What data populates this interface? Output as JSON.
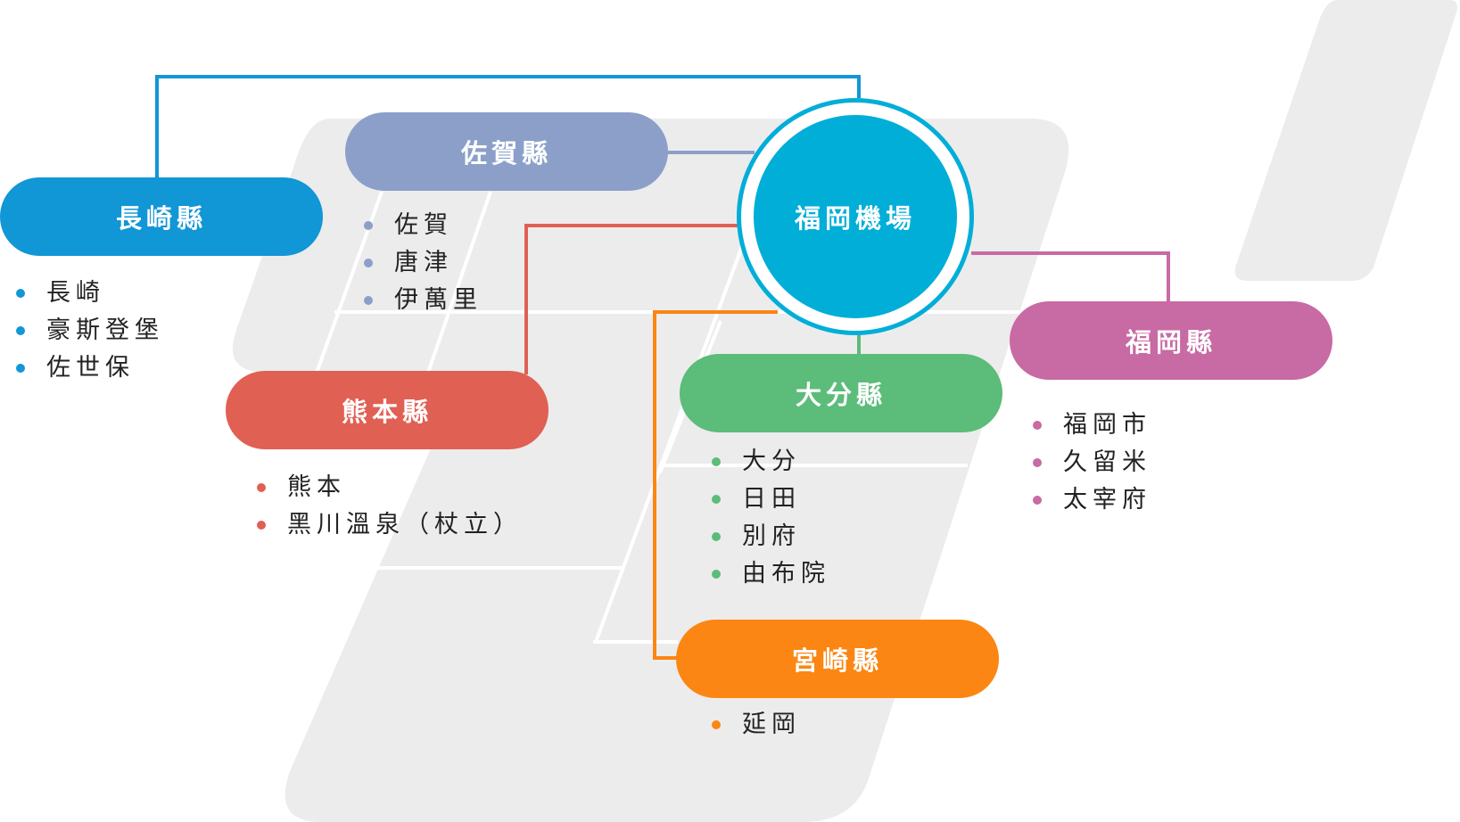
{
  "hub": {
    "label": "福岡機場",
    "color": "#00aed8"
  },
  "regions": [
    {
      "id": "nagasaki",
      "label": "長崎縣",
      "color": "#1196d6",
      "items": [
        "長崎",
        "豪斯登堡",
        "佐世保"
      ]
    },
    {
      "id": "saga",
      "label": "佐賀縣",
      "color": "#8b9fc9",
      "items": [
        "佐賀",
        "唐津",
        "伊萬里"
      ]
    },
    {
      "id": "kumamoto",
      "label": "熊本縣",
      "color": "#e06054",
      "items": [
        "熊本",
        "黑川溫泉（杖立）"
      ]
    },
    {
      "id": "oita",
      "label": "大分縣",
      "color": "#5cbc79",
      "items": [
        "大分",
        "日田",
        "別府",
        "由布院"
      ]
    },
    {
      "id": "miyazaki",
      "label": "宮崎縣",
      "color": "#fb8613",
      "items": [
        "延岡"
      ]
    },
    {
      "id": "fukuoka",
      "label": "福岡縣",
      "color": "#c86aa3",
      "items": [
        "福岡市",
        "久留米",
        "太宰府"
      ]
    }
  ],
  "background_color": "#ececec"
}
